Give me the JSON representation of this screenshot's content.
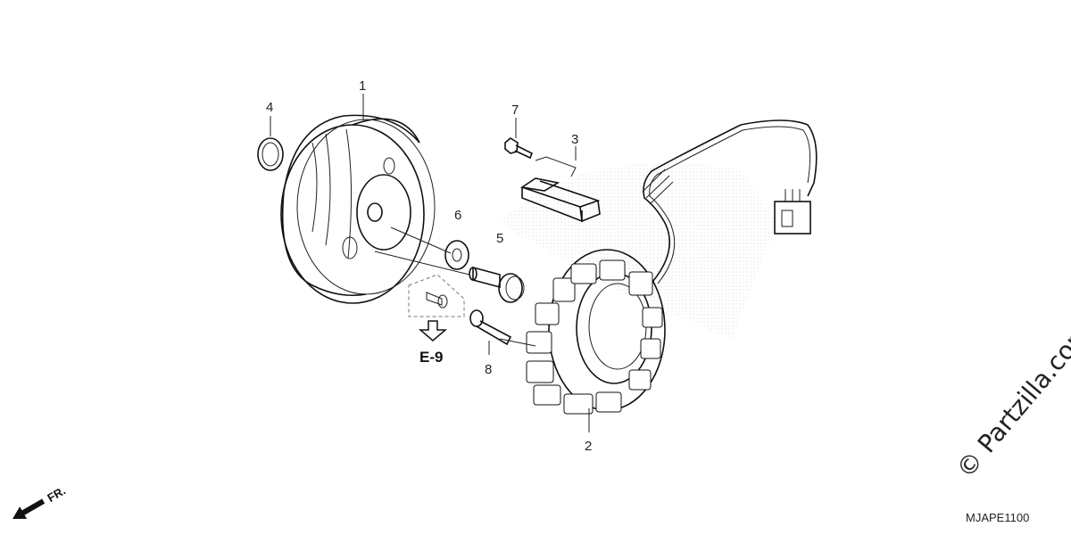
{
  "callouts": {
    "c1": "1",
    "c2": "2",
    "c3": "3",
    "c4": "4",
    "c5": "5",
    "c6": "6",
    "c7": "7",
    "c8": "8"
  },
  "reference": "E-9",
  "front_marker": "FR.",
  "watermark": "© Partzilla.com",
  "diagram_code": "MJAPE1100"
}
